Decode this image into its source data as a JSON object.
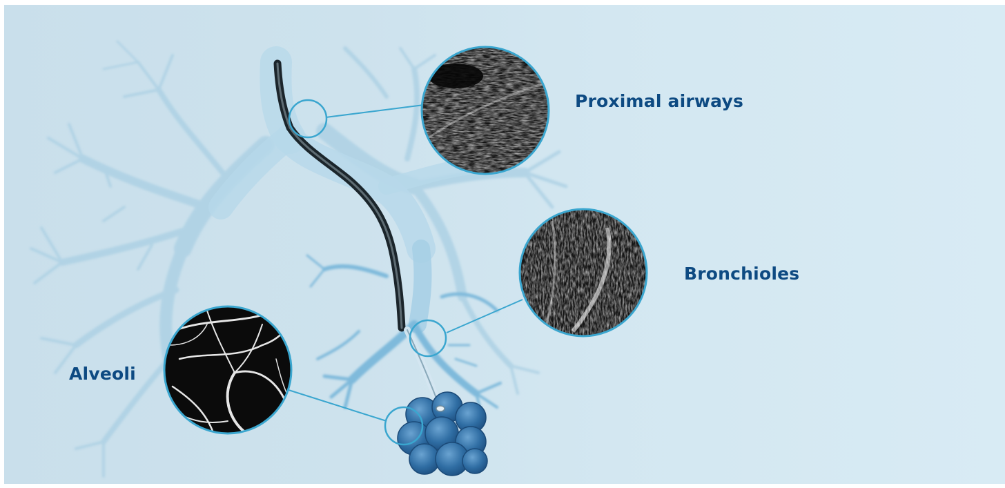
{
  "labels": {
    "proximal_airways": "Proximal airways",
    "bronchioles": "Bronchioles",
    "alveoli": "Alveoli"
  },
  "colors": {
    "label_text": "#0d4a82",
    "callout_line": "#3aa6cf",
    "airway_tree": "#8fc3de",
    "catheter": "#2d3a42",
    "alveoli_cluster": "#2f6da3"
  },
  "icons": {
    "airway_tree": "lung-airway-tree-illustration",
    "catheter": "probe-catheter",
    "alveoli": "alveoli-cluster",
    "micrographs": "confocal-micrograph-insets"
  }
}
